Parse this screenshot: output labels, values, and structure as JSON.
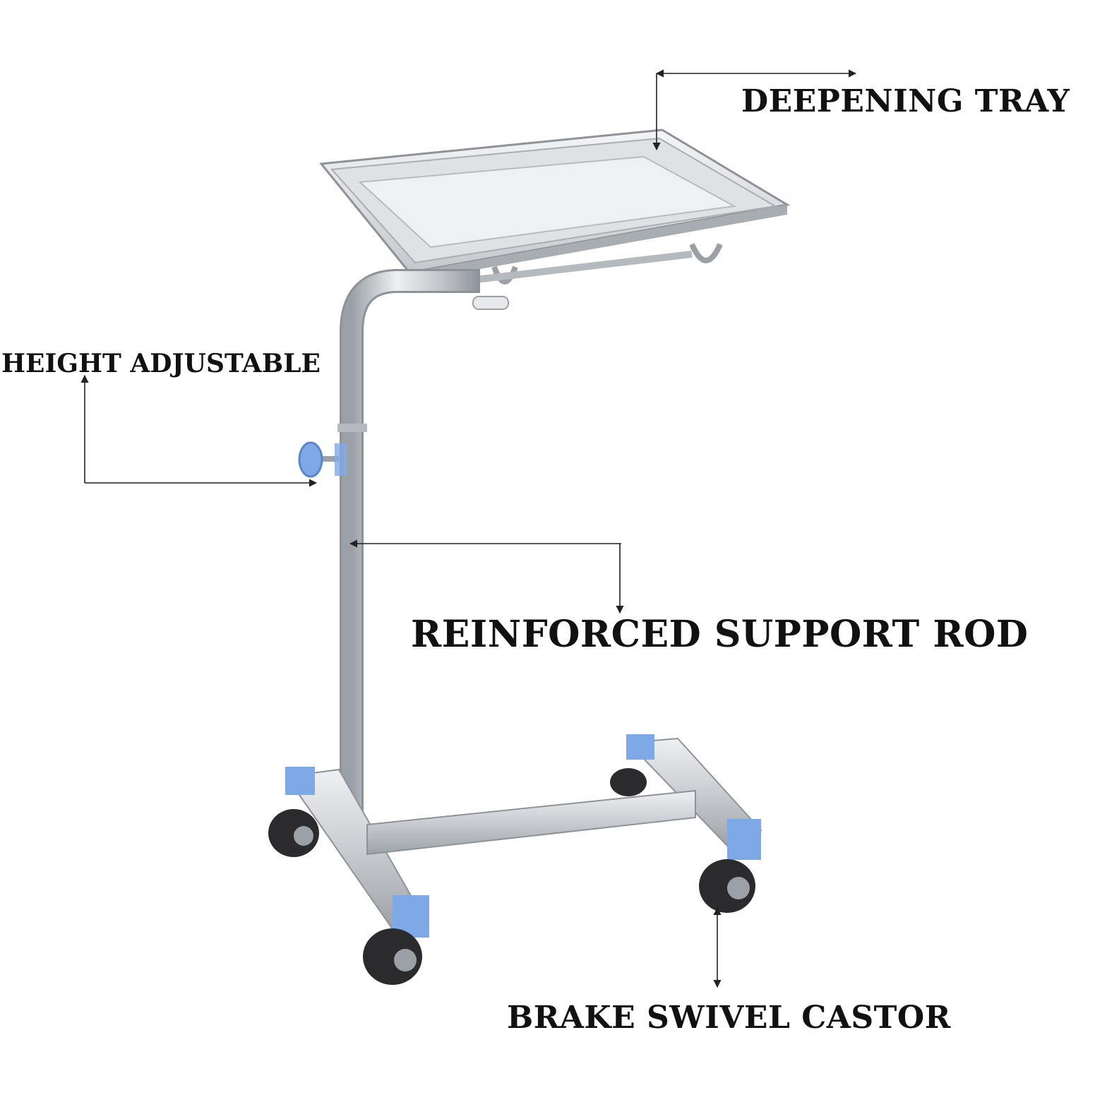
{
  "callouts": {
    "tray": "DEEPENING TRAY",
    "height": "HEIGHT ADJUSTABLE",
    "rod": "REINFORCED SUPPORT ROD",
    "castor": "BRAKE SWIVEL CASTOR"
  },
  "colors": {
    "steel": "#c9ccd0",
    "steel_dark": "#8e9399",
    "accent_blue": "#7fa9e6",
    "wheel": "#2b2b2e",
    "line": "#222222"
  }
}
